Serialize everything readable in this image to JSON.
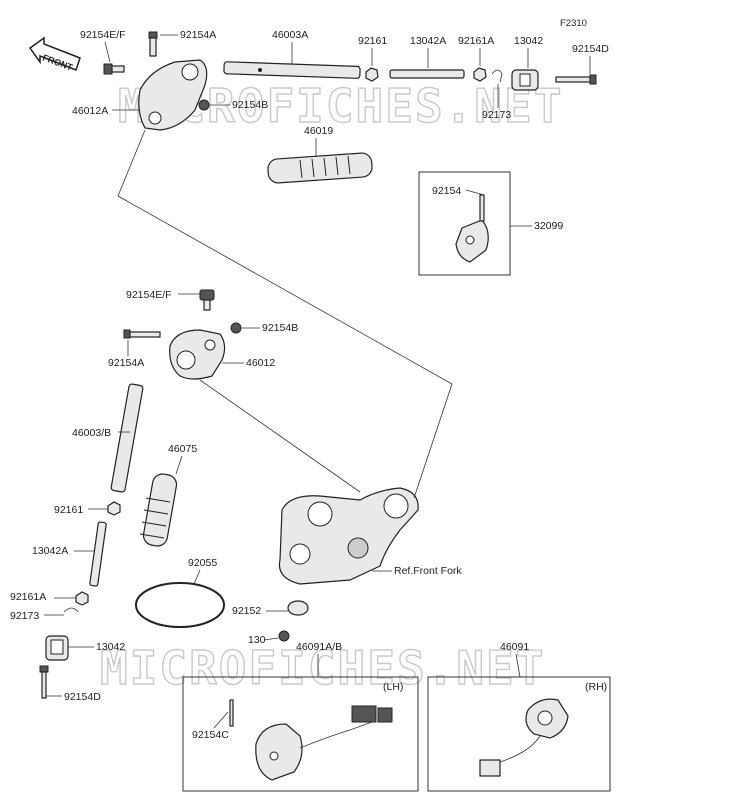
{
  "diagram": {
    "figure_code": "F2310",
    "watermark": "MICROFICHES.NET",
    "front_arrow_label": "FRONT",
    "ref_label": "Ref.Front Fork",
    "lh_label": "(LH)",
    "rh_label": "(RH)",
    "parts": {
      "p92154ef_top": "92154E/F",
      "p92154a_top": "92154A",
      "p46003a": "46003A",
      "p92161_top": "92161",
      "p13042a_top": "13042A",
      "p92161a_top": "92161A",
      "p13042_top": "13042",
      "p92154d_top": "92154D",
      "p46012a": "46012A",
      "p92154b_top": "92154B",
      "p92173_top": "92173",
      "p46019": "46019",
      "p92154_box": "92154",
      "p32099": "32099",
      "p92154ef_mid": "92154E/F",
      "p92154b_mid": "92154B",
      "p92154a_mid": "92154A",
      "p46012": "46012",
      "p46003b": "46003/B",
      "p46075": "46075",
      "p92161_mid": "92161",
      "p13042a_mid": "13042A",
      "p92055": "92055",
      "p92161a_mid": "92161A",
      "p92173_mid": "92173",
      "p13042_mid": "13042",
      "p92154d_mid": "92154D",
      "p92152": "92152",
      "p130": "130",
      "p46091ab": "46091A/B",
      "p46091": "46091",
      "p92154c": "92154C"
    }
  }
}
